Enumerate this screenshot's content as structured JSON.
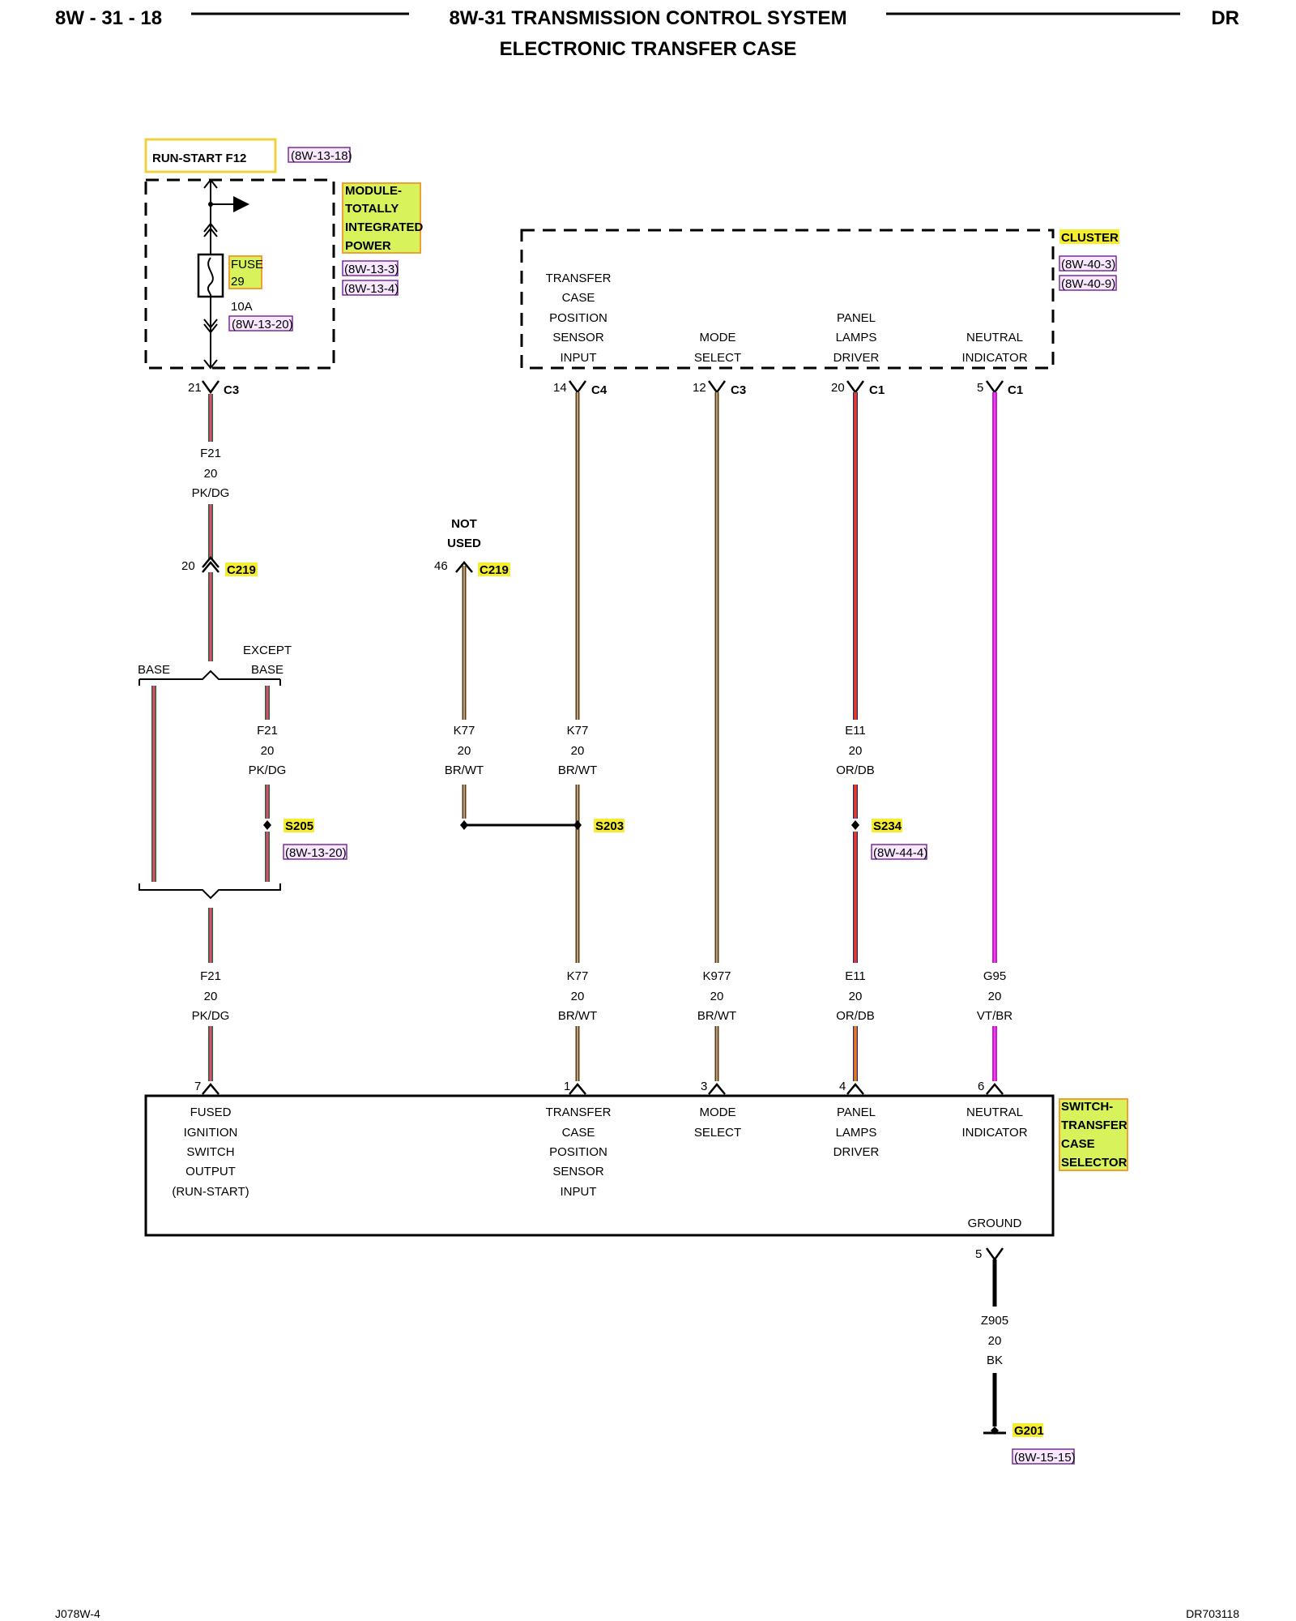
{
  "header": {
    "page_id": "8W - 31 - 18",
    "title_line1": "8W-31 TRANSMISSION CONTROL SYSTEM",
    "title_line2": "ELECTRONIC TRANSFER CASE",
    "model": "DR"
  },
  "power_source": {
    "label": "RUN-START F12",
    "ref": "(8W-13-18)"
  },
  "tipm": {
    "name_lines": [
      "MODULE-",
      "TOTALLY",
      "INTEGRATED",
      "POWER"
    ],
    "refs": [
      "(8W-13-3)",
      "(8W-13-4)"
    ],
    "fuse_lines": [
      "FUSE",
      "29"
    ],
    "fuse_rating": "10A",
    "fuse_ref": "(8W-13-20)",
    "out_pin": "21",
    "out_conn": "C3"
  },
  "cluster": {
    "name": "CLUSTER",
    "refs": [
      "(8W-40-3)",
      "(8W-40-9)"
    ],
    "pins": [
      {
        "lines": [
          "TRANSFER",
          "CASE",
          "POSITION",
          "SENSOR",
          "INPUT"
        ],
        "pin": "14",
        "conn": "C4"
      },
      {
        "lines": [
          "MODE",
          "SELECT"
        ],
        "pin": "12",
        "conn": "C3"
      },
      {
        "lines": [
          "PANEL",
          "LAMPS",
          "DRIVER"
        ],
        "pin": "20",
        "conn": "C1"
      },
      {
        "lines": [
          "NEUTRAL",
          "INDICATOR"
        ],
        "pin": "5",
        "conn": "C1"
      }
    ]
  },
  "connectors": {
    "c219": "C219",
    "c219_pin_f21": "20",
    "c219_pin_k77": "46",
    "not_used": [
      "NOT",
      "USED"
    ]
  },
  "variants": {
    "base": "BASE",
    "except_base": [
      "EXCEPT",
      "BASE"
    ]
  },
  "splices": {
    "s205": "S205",
    "s205_ref": "(8W-13-20)",
    "s203": "S203",
    "s234": "S234",
    "s234_ref": "(8W-44-4)"
  },
  "wires": {
    "f21_top": [
      "F21",
      "20",
      "PK/DG"
    ],
    "f21_except": [
      "F21",
      "20",
      "PK/DG"
    ],
    "k77_left": [
      "K77",
      "20",
      "BR/WT"
    ],
    "k77_upper": [
      "K77",
      "20",
      "BR/WT"
    ],
    "e11_upper": [
      "E11",
      "20",
      "OR/DB"
    ],
    "f21_lower": [
      "F21",
      "20",
      "PK/DG"
    ],
    "k77_lower": [
      "K77",
      "20",
      "BR/WT"
    ],
    "k977_lower": [
      "K977",
      "20",
      "BR/WT"
    ],
    "e11_lower": [
      "E11",
      "20",
      "OR/DB"
    ],
    "g95_lower": [
      "G95",
      "20",
      "VT/BR"
    ],
    "z905": [
      "Z905",
      "20",
      "BK"
    ]
  },
  "selector": {
    "name_lines": [
      "SWITCH-",
      "TRANSFER",
      "CASE",
      "SELECTOR"
    ],
    "pins": [
      {
        "pin": "7",
        "lines": [
          "FUSED",
          "IGNITION",
          "SWITCH",
          "OUTPUT",
          "(RUN-START)"
        ]
      },
      {
        "pin": "1",
        "lines": [
          "TRANSFER",
          "CASE",
          "POSITION",
          "SENSOR",
          "INPUT"
        ]
      },
      {
        "pin": "3",
        "lines": [
          "MODE",
          "SELECT"
        ]
      },
      {
        "pin": "4",
        "lines": [
          "PANEL",
          "LAMPS",
          "DRIVER"
        ]
      },
      {
        "pin": "6",
        "lines": [
          "NEUTRAL",
          "INDICATOR"
        ]
      }
    ],
    "ground_label": "GROUND",
    "ground_pin": "5"
  },
  "ground": {
    "name": "G201",
    "ref": "(8W-15-15)"
  },
  "footer": {
    "left": "J078W-4",
    "right": "DR703118"
  },
  "colors": {
    "pink": "#e8477a",
    "dark_green": "#1d6b2a",
    "brown": "#5b3a12",
    "white_tracer": "#f2e6c8",
    "orange": "#ee7a1f",
    "dark_blue": "#1c2a8c",
    "violet": "#c21ec8",
    "black": "#000000",
    "hl_yellow": "#f5ee30",
    "hl_green": "#d7f25a",
    "hl_orange": "#f0a030",
    "ref_purple": "#7a2ca0"
  }
}
